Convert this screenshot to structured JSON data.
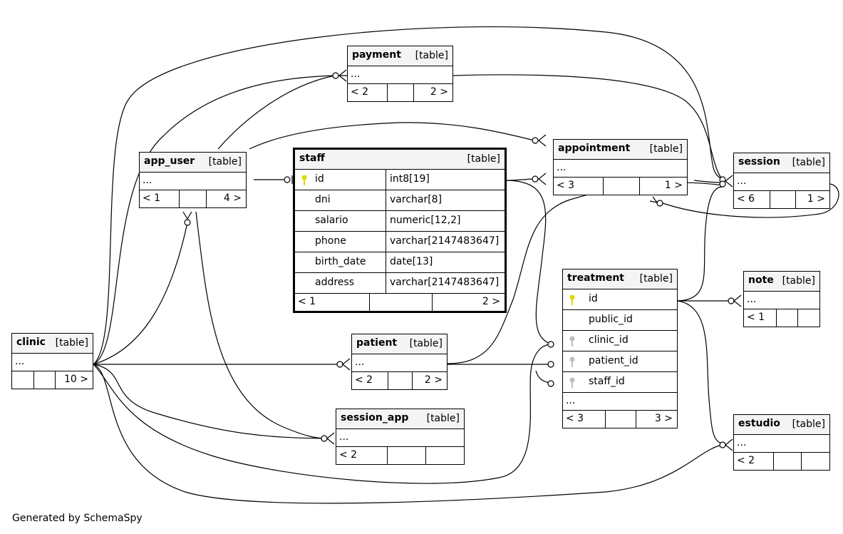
{
  "credit": "Generated by SchemaSpy",
  "tables": {
    "payment": {
      "name": "payment",
      "type": "[table]",
      "ellipsis": "...",
      "parents": "< 2",
      "children": "2 >"
    },
    "app_user": {
      "name": "app_user",
      "type": "[table]",
      "ellipsis": "...",
      "parents": "< 1",
      "children": "4 >"
    },
    "staff": {
      "name": "staff",
      "type": "[table]",
      "parents": "< 1",
      "children": "2 >",
      "columns": [
        {
          "name": "id",
          "type": "int8[19]",
          "key": "primary"
        },
        {
          "name": "dni",
          "type": "varchar[8]",
          "key": ""
        },
        {
          "name": "salario",
          "type": "numeric[12,2]",
          "key": ""
        },
        {
          "name": "phone",
          "type": "varchar[2147483647]",
          "key": ""
        },
        {
          "name": "birth_date",
          "type": "date[13]",
          "key": ""
        },
        {
          "name": "address",
          "type": "varchar[2147483647]",
          "key": ""
        }
      ]
    },
    "appointment": {
      "name": "appointment",
      "type": "[table]",
      "ellipsis": "...",
      "parents": "< 3",
      "children": "1 >"
    },
    "session": {
      "name": "session",
      "type": "[table]",
      "ellipsis": "...",
      "parents": "< 6",
      "children": "1 >"
    },
    "treatment": {
      "name": "treatment",
      "type": "[table]",
      "ellipsis": "...",
      "parents": "< 3",
      "children": "3 >",
      "columns": [
        {
          "name": "id",
          "key": "primary"
        },
        {
          "name": "public_id",
          "key": ""
        },
        {
          "name": "clinic_id",
          "key": "foreign"
        },
        {
          "name": "patient_id",
          "key": "foreign"
        },
        {
          "name": "staff_id",
          "key": "foreign"
        }
      ]
    },
    "note": {
      "name": "note",
      "type": "[table]",
      "ellipsis": "...",
      "parents": "< 1"
    },
    "clinic": {
      "name": "clinic",
      "type": "[table]",
      "ellipsis": "...",
      "children": "10 >"
    },
    "patient": {
      "name": "patient",
      "type": "[table]",
      "ellipsis": "...",
      "parents": "< 2",
      "children": "2 >"
    },
    "session_app": {
      "name": "session_app",
      "type": "[table]",
      "ellipsis": "...",
      "parents": "< 2"
    },
    "estudio": {
      "name": "estudio",
      "type": "[table]",
      "ellipsis": "...",
      "parents": "< 2"
    }
  },
  "colors": {
    "primary_key": "#e0d800",
    "foreign_key": "#bdbdbd",
    "header_bg": "#f4f4f4",
    "line": "#000000"
  }
}
